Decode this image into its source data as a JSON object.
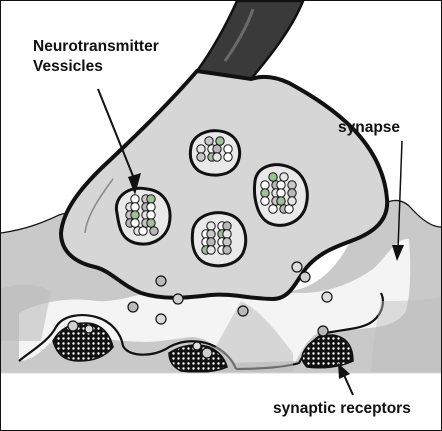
{
  "labels": {
    "neurotransmitter_line1": "Neurotransmitter",
    "neurotransmitter_line2": "Vessicles",
    "synapse": "synapse",
    "synaptic_receptors": "synaptic receptors"
  },
  "colors": {
    "terminal_fill": "#d6d6d6",
    "postsynaptic_fill": "#c9c9c9",
    "cleft_fill": "#f4f4f4",
    "outline": "#111111",
    "vesicle_green": "#9fbf98"
  }
}
